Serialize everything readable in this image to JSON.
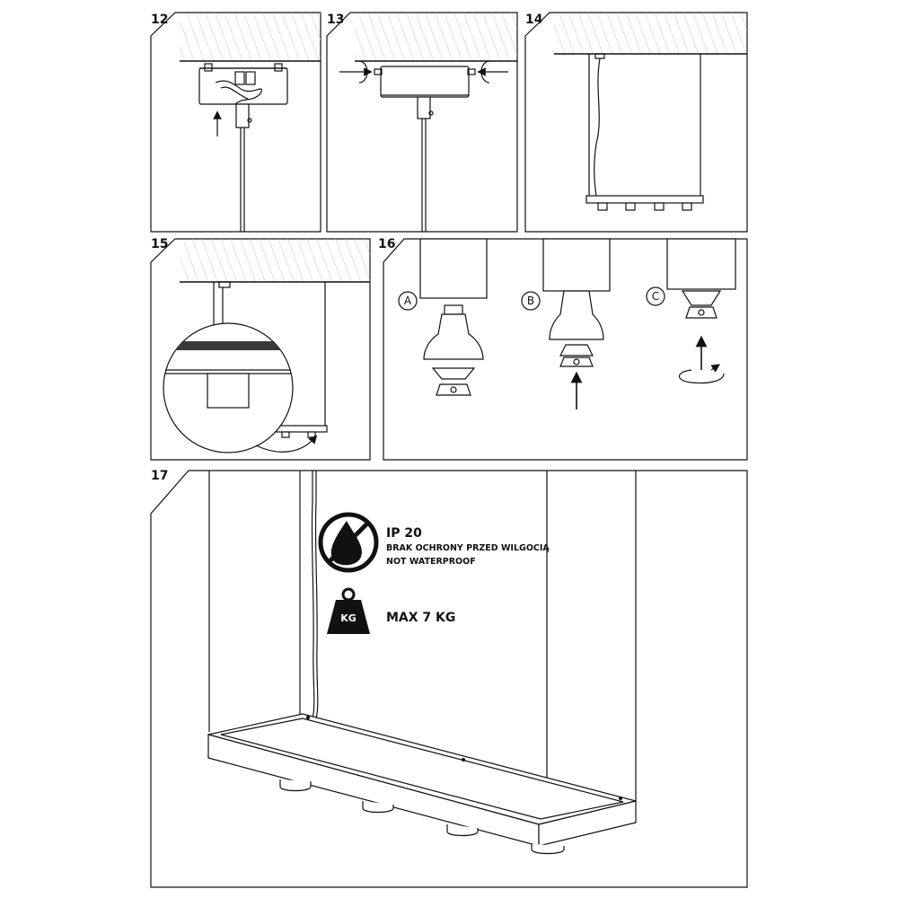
{
  "steps": {
    "s12": "12",
    "s13": "13",
    "s14": "14",
    "s15": "15",
    "s16": "16",
    "s17": "17"
  },
  "bulb_options": [
    "A",
    "B",
    "C"
  ],
  "warnings": {
    "ip_rating": "IP 20",
    "moisture_pl": "BRAK OCHRONY PRZED WILGOCIĄ",
    "moisture_en": "NOT WATERPROOF",
    "weight_icon_text": "KG",
    "max_load": "MAX 7 KG"
  },
  "icons": {
    "no_water": "no-water-drop-icon",
    "weight": "weight-kg-icon"
  },
  "colors": {
    "line": "#111111",
    "hatch": "#bfbfbf",
    "background": "#ffffff"
  }
}
